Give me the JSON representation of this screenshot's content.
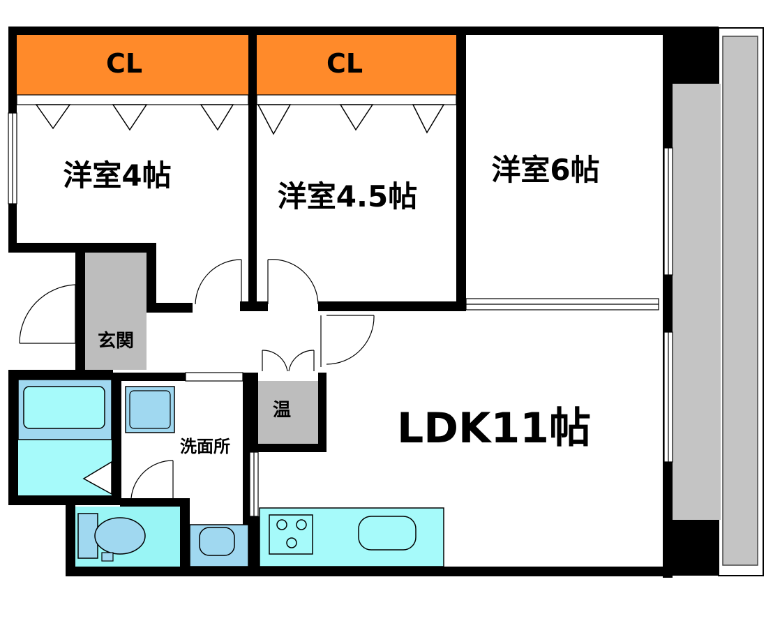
{
  "rooms": {
    "cl_left": "CL",
    "cl_right": "CL",
    "western_4": "洋室4帖",
    "western_45": "洋室4.5帖",
    "western_6": "洋室6帖",
    "entrance": "玄関",
    "water_heater": "温",
    "washroom": "洗面所",
    "ldk": "LDK11帖"
  },
  "colors": {
    "wall": "#000000",
    "closet": "#ff8a2a",
    "entrance": "#bdbdbd",
    "balcony": "#c4c4c4",
    "bath": "#a6fafa",
    "toilet": "#99f5f5",
    "fixture": "#a0d8f0",
    "kitchen": "#a6fafa"
  }
}
